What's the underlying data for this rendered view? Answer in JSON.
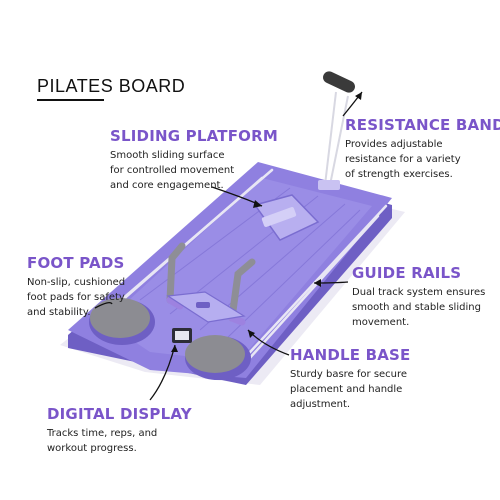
{
  "title": "PILATES BOARD",
  "callouts": {
    "sliding_platform": {
      "heading": "SLIDING PLATFORM",
      "lines": [
        "Smooth sliding surface",
        "for controlled movement",
        "and core engagement."
      ]
    },
    "resistance_band": {
      "heading": "RESISTANCE BAND",
      "lines": [
        "Provides adjustable",
        "resistance for a variety",
        "of strength exercises."
      ]
    },
    "foot_pads": {
      "heading": "FOOT PADS",
      "lines": [
        "Non-slip, cushioned",
        "foot pads for safety",
        "and stability."
      ]
    },
    "guide_rails": {
      "heading": "GUIDE RAILS",
      "lines": [
        "Dual track system ensures",
        "smooth and stable sliding",
        "movement."
      ]
    },
    "handle_base": {
      "heading": "HANDLE BASE",
      "lines": [
        "Sturdy basre for secure",
        "placement and handle",
        "adjustment."
      ]
    },
    "digital_display": {
      "heading": "DIGITAL DISPLAY",
      "lines": [
        "Tracks time, reps, and",
        "workout progress."
      ]
    }
  },
  "colors": {
    "accent": "#7a55c9",
    "board": "#8f80e0",
    "board_dark": "#6e5fc4",
    "pad": "#8a8a8a"
  }
}
